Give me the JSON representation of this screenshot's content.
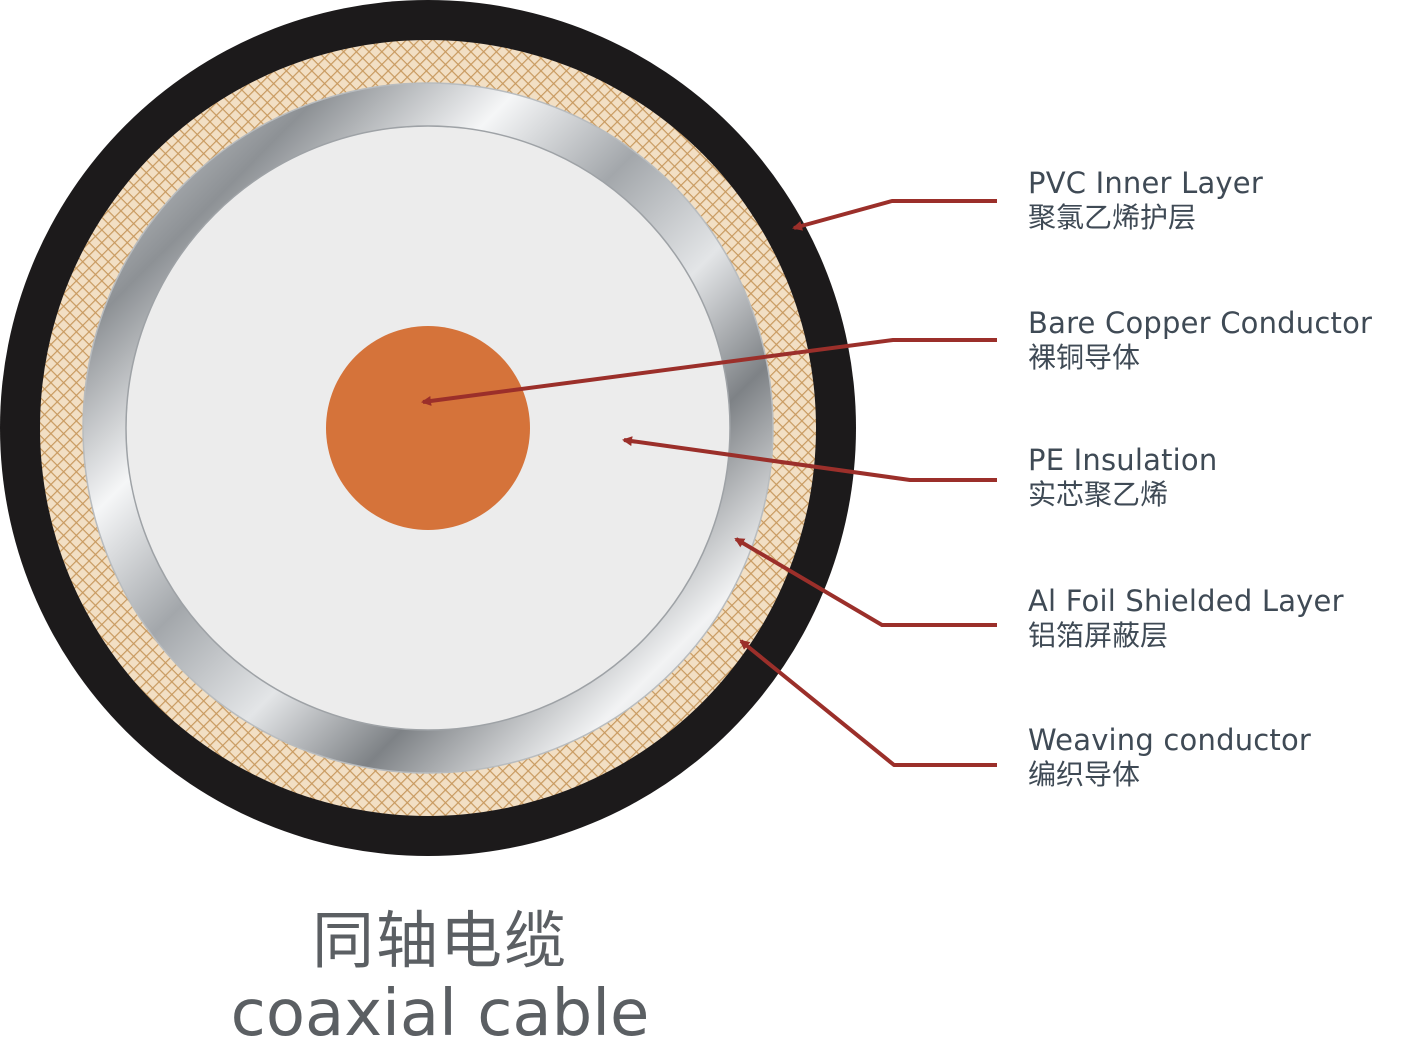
{
  "colors": {
    "jacket": "#1c1a1b",
    "braid_base": "#f2dfc4",
    "braid_line": "#c89a60",
    "foil_dark": "#8f9396",
    "foil_light": "#f4f5f6",
    "insulation": "#ececec",
    "copper": "#d5733a",
    "arrow": "#9b2f2a",
    "label_text": "#3f4a55",
    "caption_text": "#5b5f63"
  },
  "labels": [
    {
      "id": "pvc",
      "en": "PVC Inner Layer",
      "cn": "聚氯乙烯护层"
    },
    {
      "id": "copper",
      "en": "Bare Copper Conductor",
      "cn": "裸铜导体"
    },
    {
      "id": "pe",
      "en": "PE Insulation",
      "cn": "实芯聚乙烯"
    },
    {
      "id": "foil",
      "en": "Al Foil Shielded Layer",
      "cn": "铝箔屏蔽层"
    },
    {
      "id": "weave",
      "en": "Weaving conductor",
      "cn": "编织导体"
    }
  ],
  "caption": {
    "cn": "同轴电缆",
    "en": "coaxial cable"
  }
}
